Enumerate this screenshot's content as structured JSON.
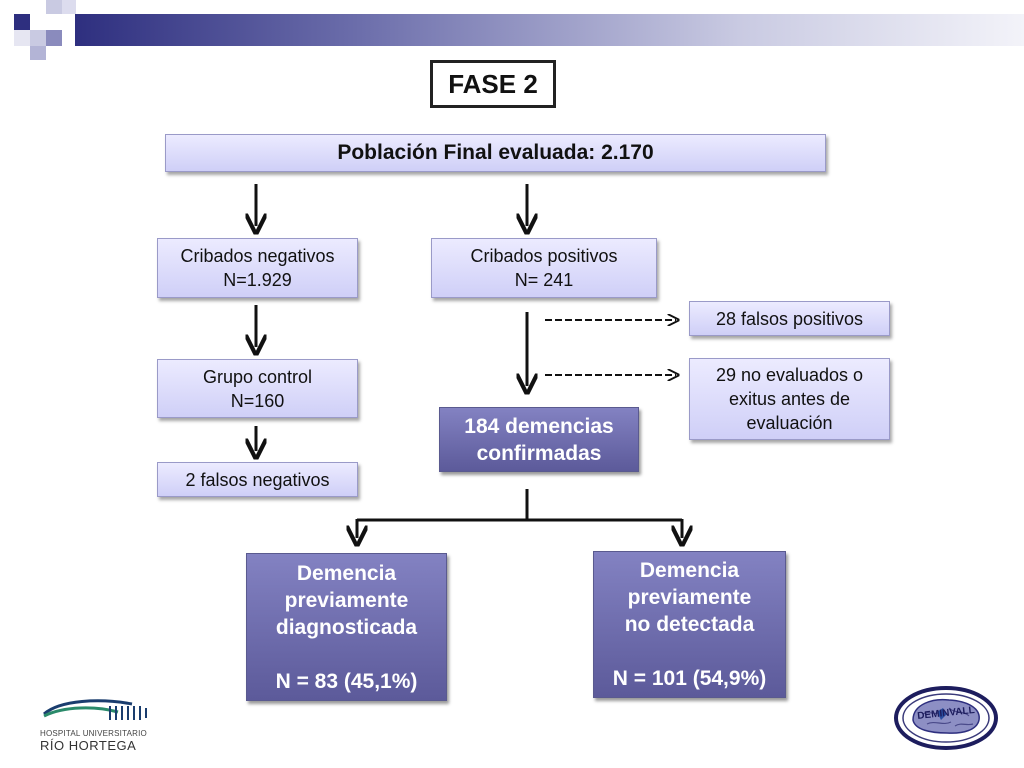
{
  "slide": {
    "title": "FASE 2"
  },
  "diagram": {
    "root": "Población Final evaluada: 2.170",
    "negatives": {
      "line1": "Cribados negativos",
      "line2": "N=1.929"
    },
    "positives": {
      "line1": "Cribados positivos",
      "line2": "N= 241"
    },
    "control": {
      "line1": "Grupo control",
      "line2": "N=160"
    },
    "false_negatives": "2 falsos negativos",
    "false_positives": "28 falsos positivos",
    "not_evaluated": {
      "line1": "29 no evaluados o",
      "line2": "exitus antes de",
      "line3": "evaluación"
    },
    "confirmed": {
      "line1": "184 demencias",
      "line2": "confirmadas"
    },
    "diagnosed": {
      "line1": "Demencia",
      "line2": "previamente",
      "line3": "diagnosticada",
      "line4": "N = 83 (45,1%)"
    },
    "undetected": {
      "line1": "Demencia",
      "line2": "previamente",
      "line3": "no detectada",
      "line4": "N = 101 (54,9%)"
    }
  },
  "logos": {
    "hospital_line1": "Hospital Universitario",
    "hospital_line2": "Río Hortega",
    "deminvall": "DEMINVALL"
  },
  "colors": {
    "header_dark": "#2e2f7f",
    "box_light": "#d9d9fb",
    "box_dark": "#6766a8"
  }
}
